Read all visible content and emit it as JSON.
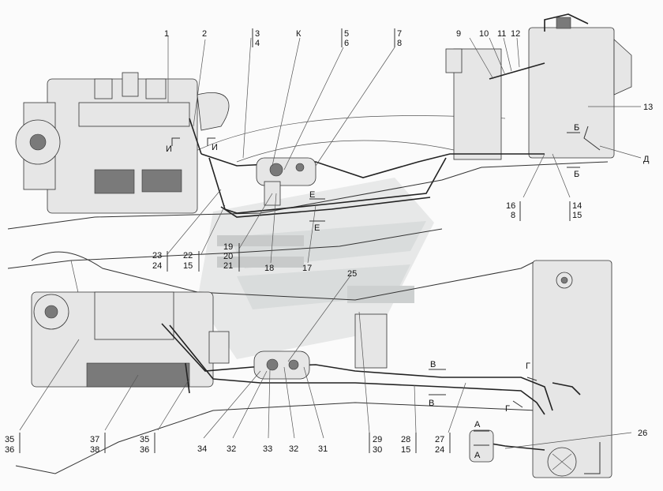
{
  "callouts": [
    {
      "id": "c1",
      "text": "1"
    },
    {
      "id": "c2",
      "text": "2"
    },
    {
      "id": "c3",
      "text": "3"
    },
    {
      "id": "c4",
      "text": "4"
    },
    {
      "id": "cK",
      "text": "К"
    },
    {
      "id": "c5",
      "text": "5"
    },
    {
      "id": "c6",
      "text": "6"
    },
    {
      "id": "c7",
      "text": "7"
    },
    {
      "id": "c8",
      "text": "8"
    },
    {
      "id": "c9",
      "text": "9"
    },
    {
      "id": "c10",
      "text": "10"
    },
    {
      "id": "c11",
      "text": "11"
    },
    {
      "id": "c12",
      "text": "12"
    },
    {
      "id": "c13",
      "text": "13"
    },
    {
      "id": "cD",
      "text": "Д"
    },
    {
      "id": "c16",
      "text": "16"
    },
    {
      "id": "c8b",
      "text": "8"
    },
    {
      "id": "c14",
      "text": "14"
    },
    {
      "id": "c15",
      "text": "15"
    },
    {
      "id": "c23",
      "text": "23"
    },
    {
      "id": "c24",
      "text": "24"
    },
    {
      "id": "c22",
      "text": "22"
    },
    {
      "id": "c15b",
      "text": "15"
    },
    {
      "id": "c19",
      "text": "19"
    },
    {
      "id": "c20",
      "text": "20"
    },
    {
      "id": "c21",
      "text": "21"
    },
    {
      "id": "c18",
      "text": "18"
    },
    {
      "id": "c17",
      "text": "17"
    },
    {
      "id": "c25",
      "text": "25"
    },
    {
      "id": "c35",
      "text": "35"
    },
    {
      "id": "c36",
      "text": "36"
    },
    {
      "id": "c37",
      "text": "37"
    },
    {
      "id": "c38",
      "text": "38"
    },
    {
      "id": "c35b",
      "text": "35"
    },
    {
      "id": "c36b",
      "text": "36"
    },
    {
      "id": "c34",
      "text": "34"
    },
    {
      "id": "c32",
      "text": "32"
    },
    {
      "id": "c33",
      "text": "33"
    },
    {
      "id": "c32b",
      "text": "32"
    },
    {
      "id": "c31",
      "text": "31"
    },
    {
      "id": "c29",
      "text": "29"
    },
    {
      "id": "c30",
      "text": "30"
    },
    {
      "id": "c28",
      "text": "28"
    },
    {
      "id": "c15c",
      "text": "15"
    },
    {
      "id": "c27",
      "text": "27"
    },
    {
      "id": "c24b",
      "text": "24"
    },
    {
      "id": "c26",
      "text": "26"
    }
  ],
  "section_marks": [
    {
      "id": "sI1",
      "text": "И"
    },
    {
      "id": "sI2",
      "text": "И"
    },
    {
      "id": "sE1",
      "text": "Е"
    },
    {
      "id": "sE2",
      "text": "Е"
    },
    {
      "id": "sB1",
      "text": "Б"
    },
    {
      "id": "sB2",
      "text": "Б"
    },
    {
      "id": "sV1",
      "text": "В"
    },
    {
      "id": "sV2",
      "text": "В"
    },
    {
      "id": "sG1",
      "text": "Г"
    },
    {
      "id": "sG2",
      "text": "Г"
    },
    {
      "id": "sA1",
      "text": "А"
    },
    {
      "id": "sA2",
      "text": "А"
    }
  ],
  "colors": {
    "line": "#222222",
    "part_fill": "#e6e6e6",
    "watermark": "#c9cccc"
  }
}
